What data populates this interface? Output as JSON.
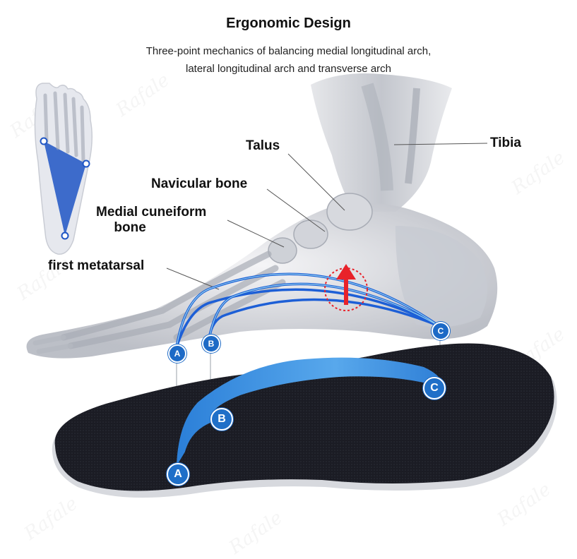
{
  "header": {
    "title": "Ergonomic Design",
    "subtitle_line1": "Three-point mechanics of balancing medial longitudinal arch,",
    "subtitle_line2": "lateral longitudinal arch and transverse arch"
  },
  "bone_labels": {
    "talus": "Talus",
    "tibia": "Tibia",
    "navicular": "Navicular bone",
    "medial_cuneiform_line1": "Medial cuneiform",
    "medial_cuneiform_line2": "bone",
    "first_metatarsal": "first metatarsal"
  },
  "foot_markers": {
    "a": "A",
    "b": "B",
    "c": "C"
  },
  "insole_markers": {
    "a": "A",
    "b": "B",
    "c": "C"
  },
  "watermark": "Rafale",
  "colors": {
    "arch_blue": "#1d5fd6",
    "insole_blue": "#3e8fe0",
    "insole_black": "#1a1b22",
    "force_arrow_red": "#e8222a"
  }
}
